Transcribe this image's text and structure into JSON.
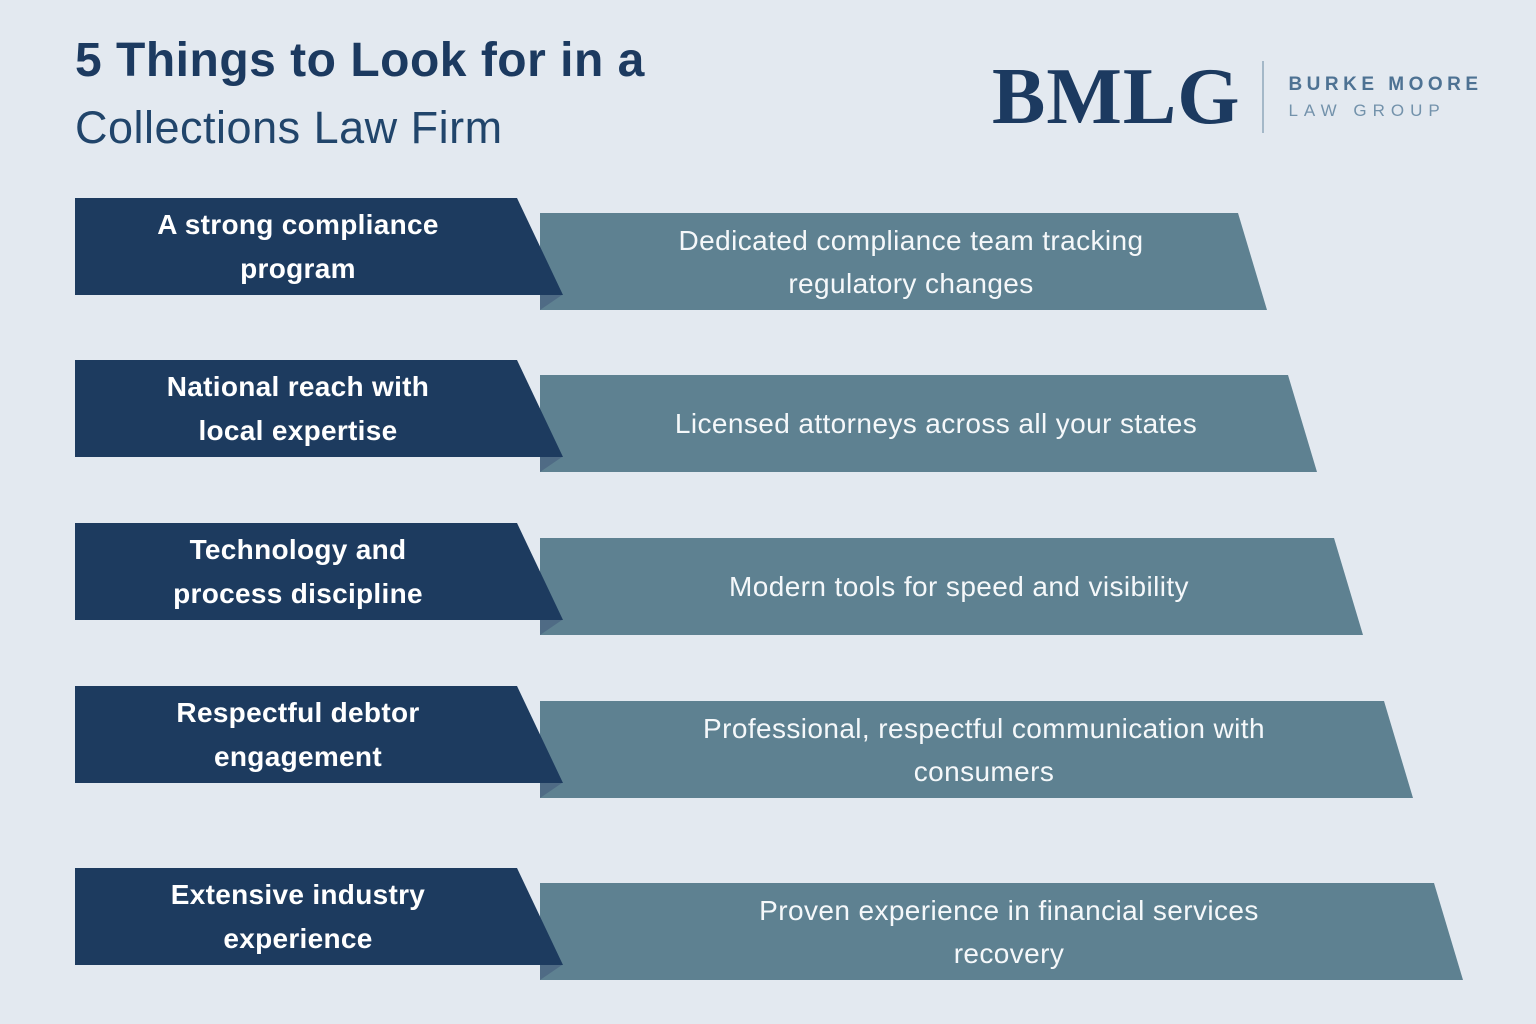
{
  "title": {
    "line1": "5 Things to Look for in a",
    "line2": "Collections Law Firm"
  },
  "logo": {
    "monogram": "BMLG",
    "firm_name": "BURKE MOORE",
    "firm_subname": "LAW GROUP"
  },
  "items": [
    {
      "label": "A strong compliance program",
      "label_lines": [
        "A strong compliance",
        "program"
      ],
      "description": "Dedicated compliance team tracking regulatory changes",
      "description_lines": [
        "Dedicated compliance team tracking",
        "regulatory changes"
      ]
    },
    {
      "label": "National reach with local expertise",
      "label_lines": [
        "National reach with",
        "local expertise"
      ],
      "description": "Licensed attorneys across all your states",
      "description_lines": [
        "Licensed attorneys across all your states",
        ""
      ]
    },
    {
      "label": "Technology and process discipline",
      "label_lines": [
        "Technology and",
        "process discipline"
      ],
      "description": "Modern tools for speed and visibility",
      "description_lines": [
        "Modern tools for speed and visibility",
        ""
      ]
    },
    {
      "label": "Respectful debtor engagement",
      "label_lines": [
        "Respectful debtor",
        "engagement"
      ],
      "description": "Professional, respectful communication with consumers",
      "description_lines": [
        "Professional, respectful communication with",
        "consumers"
      ]
    },
    {
      "label": "Extensive industry experience",
      "label_lines": [
        "Extensive industry",
        "experience"
      ],
      "description": "Proven experience in financial services recovery",
      "description_lines": [
        "Proven experience in financial services",
        "recovery"
      ]
    }
  ],
  "colors": {
    "bg": "#e3e9f0",
    "navy": "#1d3b5f",
    "banner": "#5e8191",
    "fold": "#4f6b85",
    "title": "#1c3a60",
    "title2": "#21456b",
    "divider": "#a4b8c8",
    "logoName": "#4e7293",
    "logoSub": "#7392ab",
    "white": "#f5f8fa"
  }
}
